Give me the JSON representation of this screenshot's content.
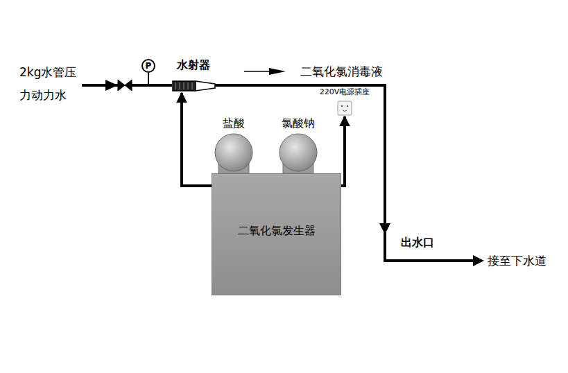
{
  "diagram": {
    "nodes": [
      {
        "text": [
          "P"
        ]
      },
      {
        "text": [
          "水射器"
        ]
      },
      {
        "text": [
          "220V电源插座"
        ]
      },
      {
        "text": [
          "盐酸"
        ]
      },
      {
        "text": [
          "氯酸钠"
        ]
      },
      {
        "text": [
          "二氧化氯发生器"
        ]
      }
    ],
    "edges": [
      {
        "from": 5,
        "to": 1,
        "arrow": "to"
      },
      {
        "from": 5,
        "to": 2,
        "arrow": "to"
      }
    ],
    "labels": [
      "2kg水管压 力动力水",
      "二氧化氯消毒液",
      "出水口",
      "接至下水道"
    ]
  }
}
